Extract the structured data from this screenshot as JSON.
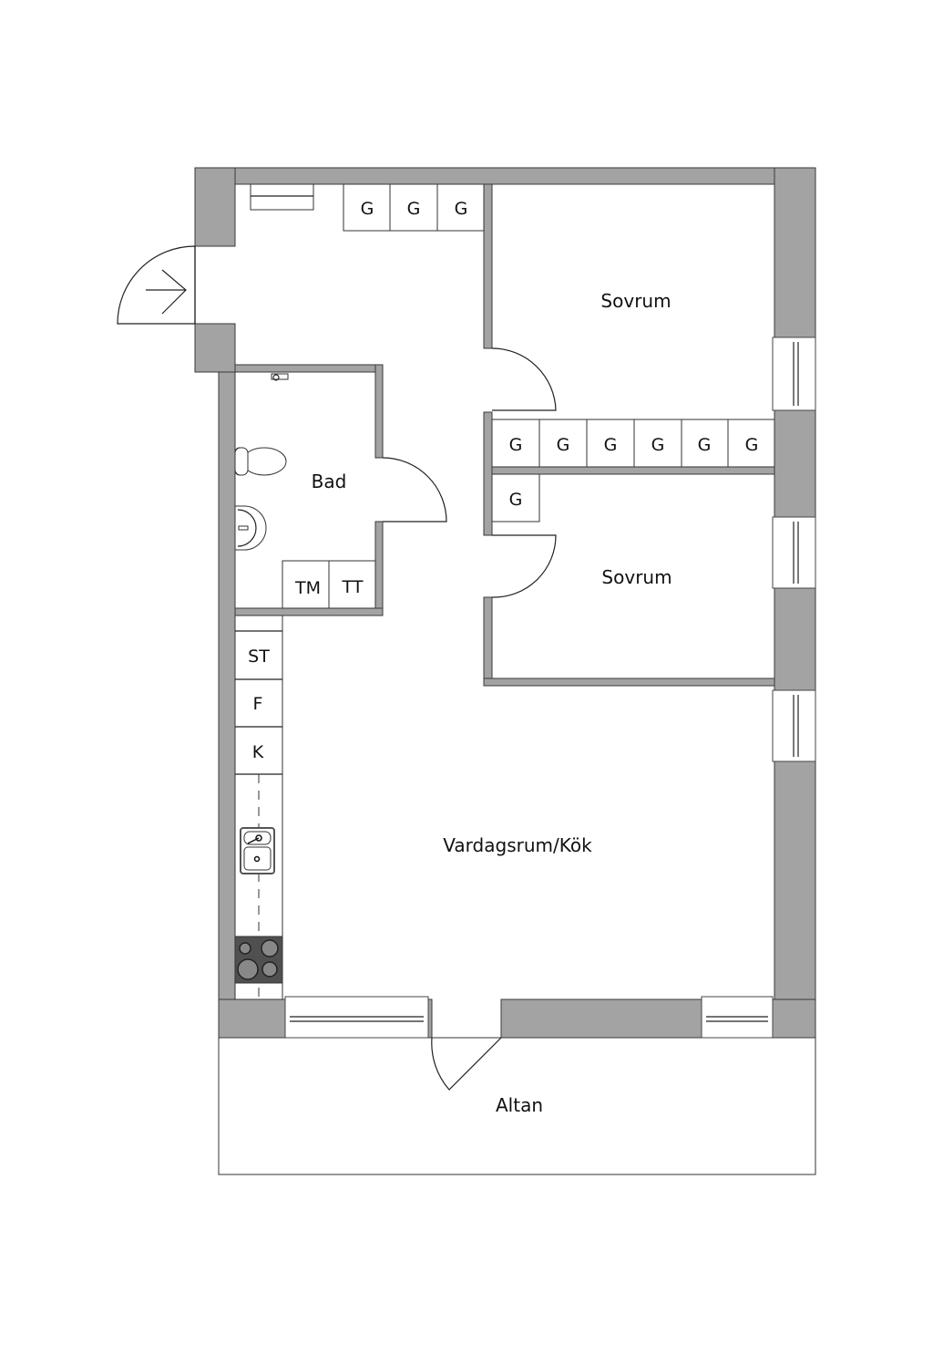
{
  "rooms": {
    "bedroom_1": "Sovrum",
    "bedroom_2": "Sovrum",
    "bathroom": "Bad",
    "living_kitchen": "Vardagsrum/Kök",
    "balcony": "Altan"
  },
  "hall_wardrobes": [
    "G",
    "G",
    "G"
  ],
  "bedroom_wardrobes": [
    "G",
    "G",
    "G",
    "G",
    "G",
    "G"
  ],
  "bedroom_2_wardrobe": "G",
  "bathroom_appliances": {
    "washer": "TM",
    "dryer": "TT"
  },
  "kitchen_units": {
    "freezer": "ST",
    "fridge_freezer": "F",
    "fridge": "K"
  },
  "colors": {
    "wall": "#a3a3a3",
    "line": "#222222",
    "stove": "#555555"
  }
}
